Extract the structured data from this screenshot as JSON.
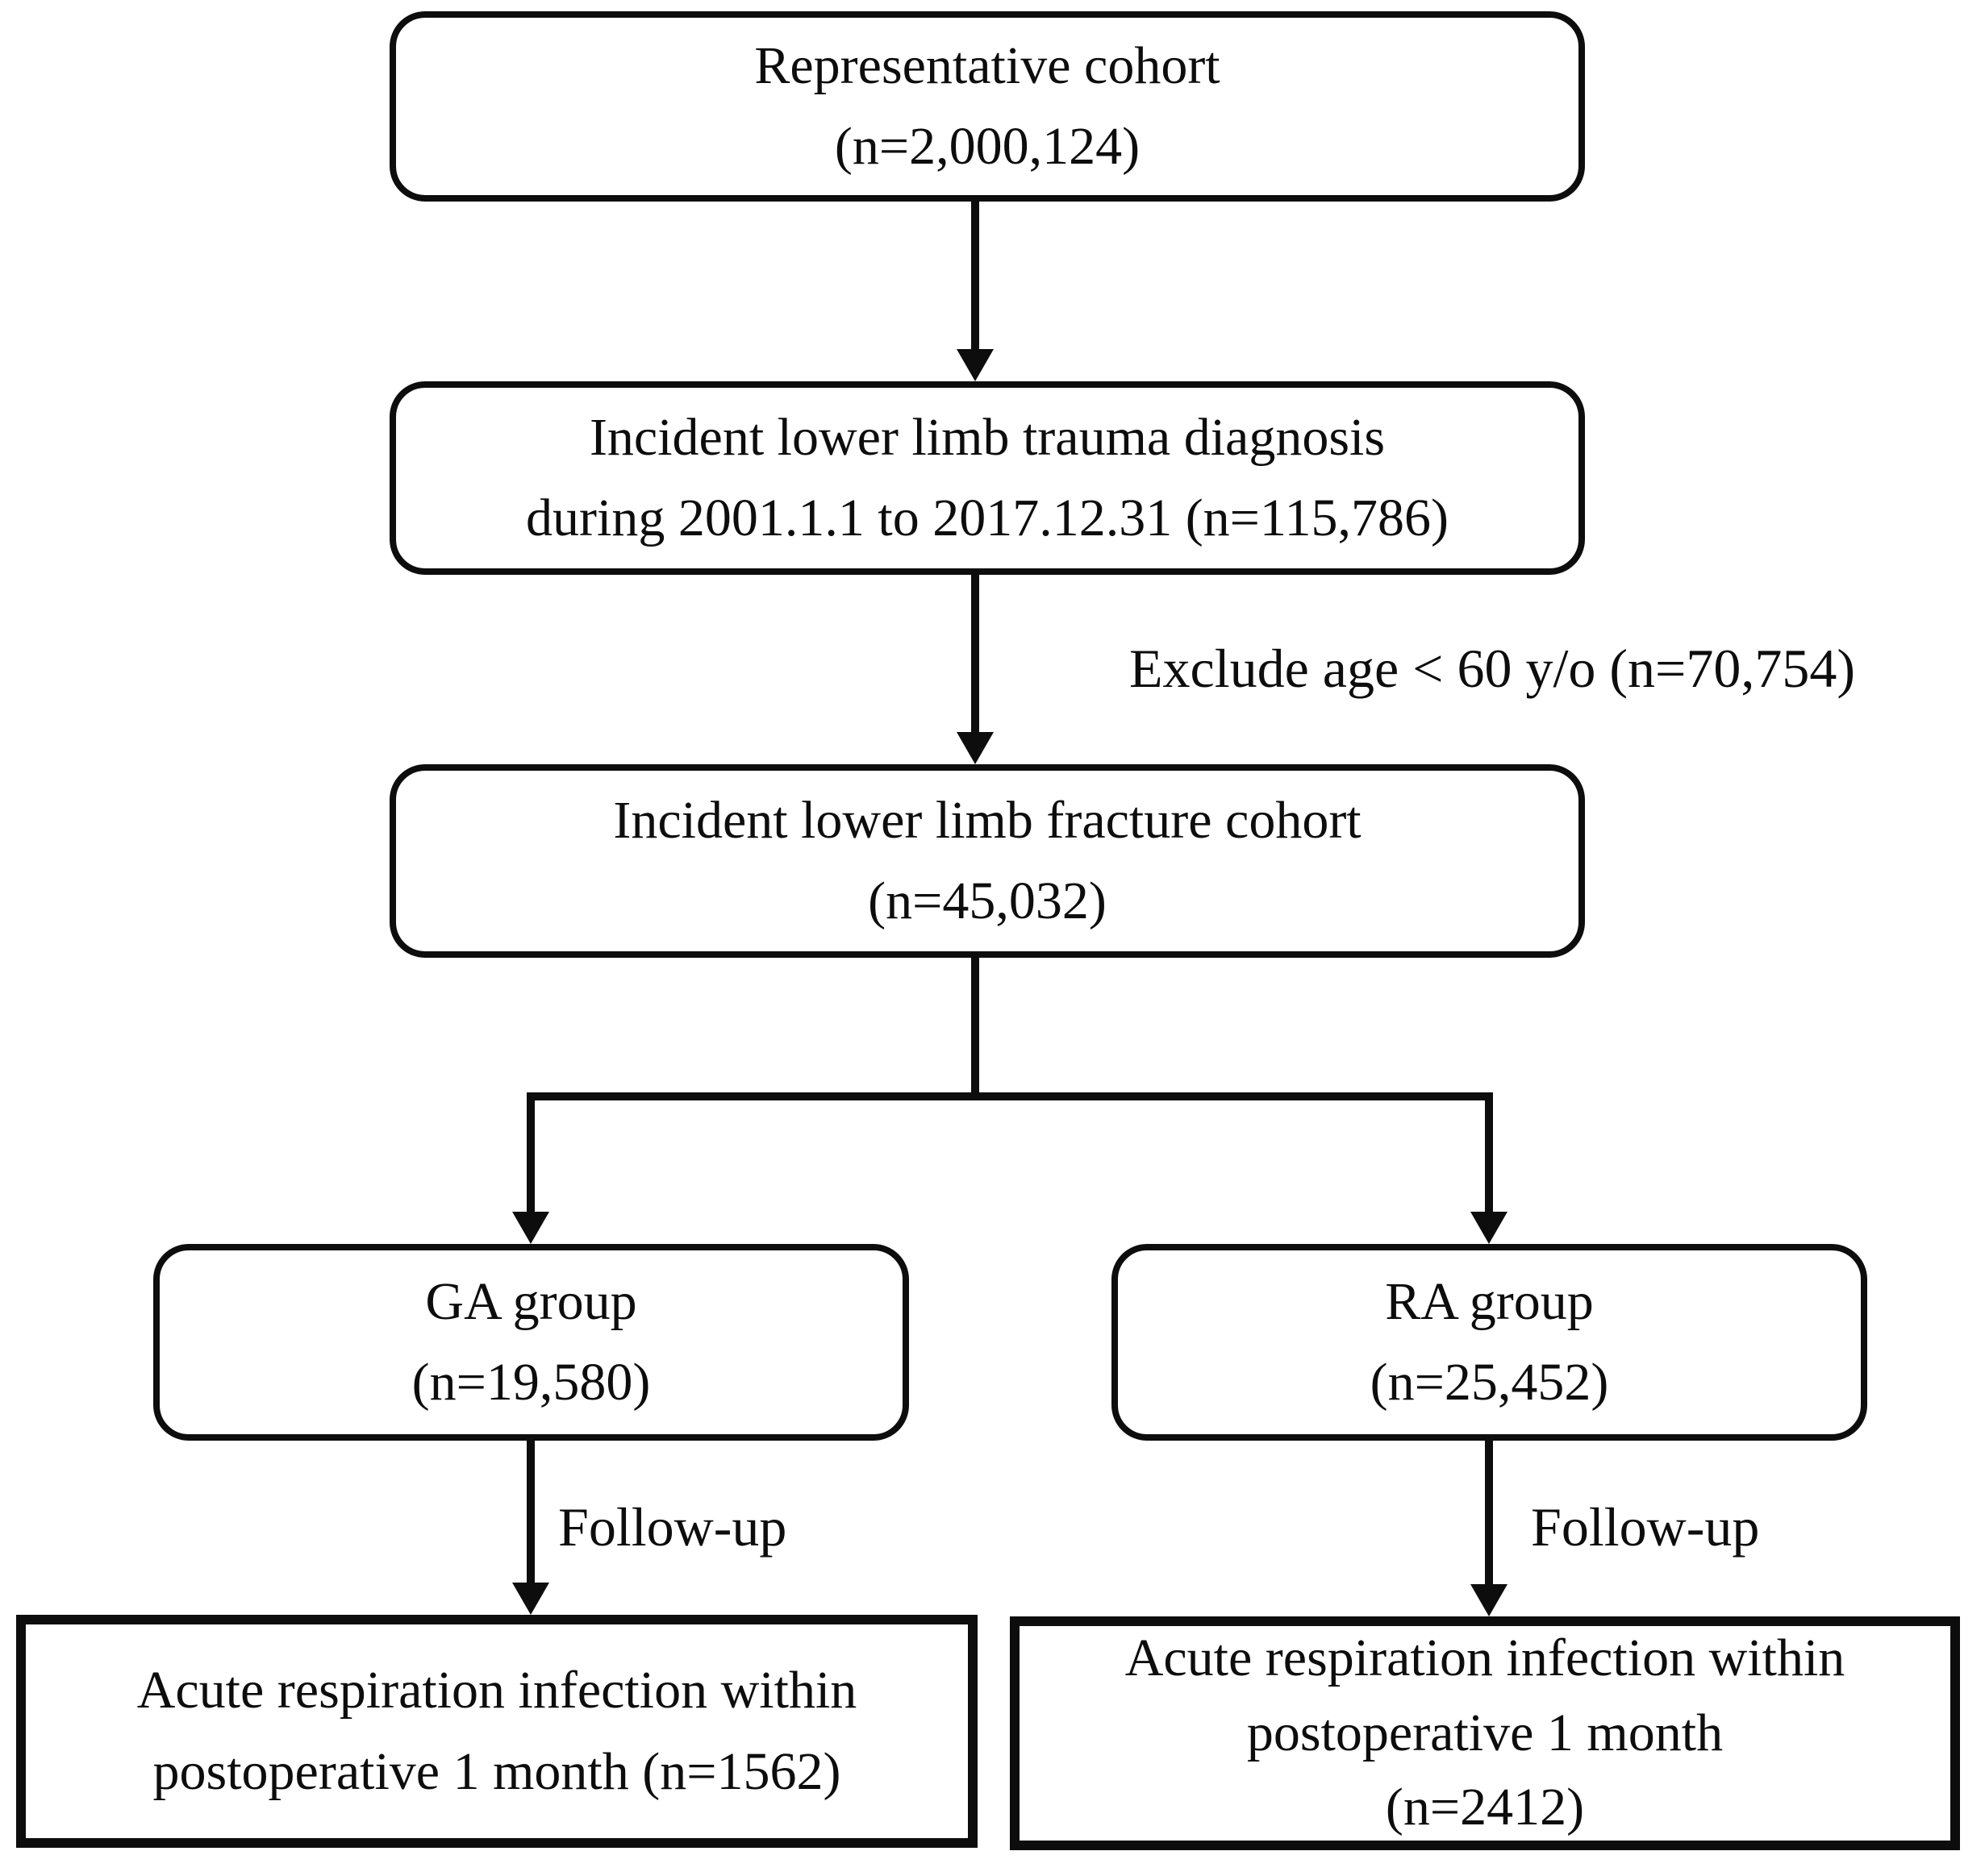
{
  "figure": {
    "type": "flowchart",
    "background_color": "#ffffff",
    "line_color": "#0d0d0d",
    "box_fill_color": "#ffffff",
    "boxes": {
      "representative_cohort": {
        "lines": [
          "Representative cohort",
          "(n=2,000,124)"
        ]
      },
      "trauma_diagnosis": {
        "lines": [
          "Incident lower limb trauma diagnosis",
          "during 2001.1.1 to 2017.12.31 (n=115,786)"
        ]
      },
      "fracture_cohort": {
        "lines": [
          "Incident lower limb fracture cohort",
          "(n=45,032)"
        ]
      },
      "ga_group": {
        "lines": [
          "GA group",
          "(n=19,580)"
        ]
      },
      "ra_group": {
        "lines": [
          "RA group",
          "(n=25,452)"
        ]
      },
      "ga_outcome": {
        "lines": [
          "Acute respiration infection within",
          "postoperative 1 month (n=1562)"
        ]
      },
      "ra_outcome": {
        "lines": [
          "Acute respiration infection within",
          "postoperative 1 month",
          "(n=2412)"
        ]
      }
    },
    "edge_labels": {
      "exclude": "Exclude age < 60 y/o (n=70,754)",
      "follow_up_left": "Follow-up",
      "follow_up_right": "Follow-up"
    }
  }
}
